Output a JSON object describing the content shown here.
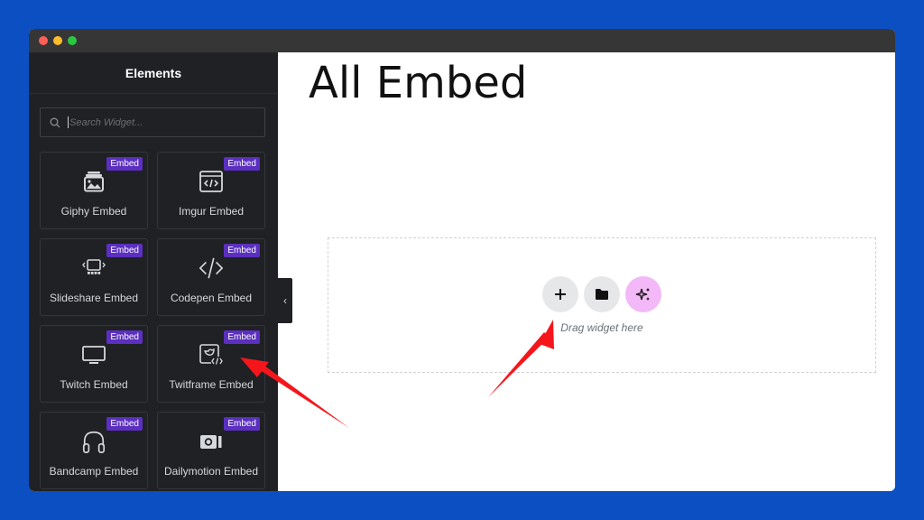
{
  "window": {
    "traffic_lights": [
      "close",
      "minimize",
      "maximize"
    ]
  },
  "sidebar": {
    "title": "Elements",
    "search": {
      "placeholder": "Search Widget...",
      "value": ""
    },
    "widgets": [
      {
        "label": "Giphy Embed",
        "badge": "Embed",
        "icon": "image-stack-icon"
      },
      {
        "label": "Imgur Embed",
        "badge": "Embed",
        "icon": "browser-code-icon"
      },
      {
        "label": "Slideshare Embed",
        "badge": "Embed",
        "icon": "slides-icon"
      },
      {
        "label": "Codepen Embed",
        "badge": "Embed",
        "icon": "code-icon"
      },
      {
        "label": "Twitch Embed",
        "badge": "Embed",
        "icon": "monitor-icon"
      },
      {
        "label": "Twitframe Embed",
        "badge": "Embed",
        "icon": "twitter-code-icon"
      },
      {
        "label": "Bandcamp Embed",
        "badge": "Embed",
        "icon": "headphones-icon"
      },
      {
        "label": "Dailymotion Embed",
        "badge": "Embed",
        "icon": "video-camera-icon"
      }
    ],
    "collapse_glyph": "‹"
  },
  "canvas": {
    "page_title": "All Embed",
    "dropzone": {
      "hint": "Drag widget here",
      "buttons": [
        "add",
        "template-library",
        "ai"
      ]
    }
  },
  "colors": {
    "background": "#0b4fc2",
    "sidebar": "#1f2124",
    "badge": "#5b2fbf",
    "ai_button": "#f3b8f7",
    "annotation_arrow": "#f5161b"
  }
}
